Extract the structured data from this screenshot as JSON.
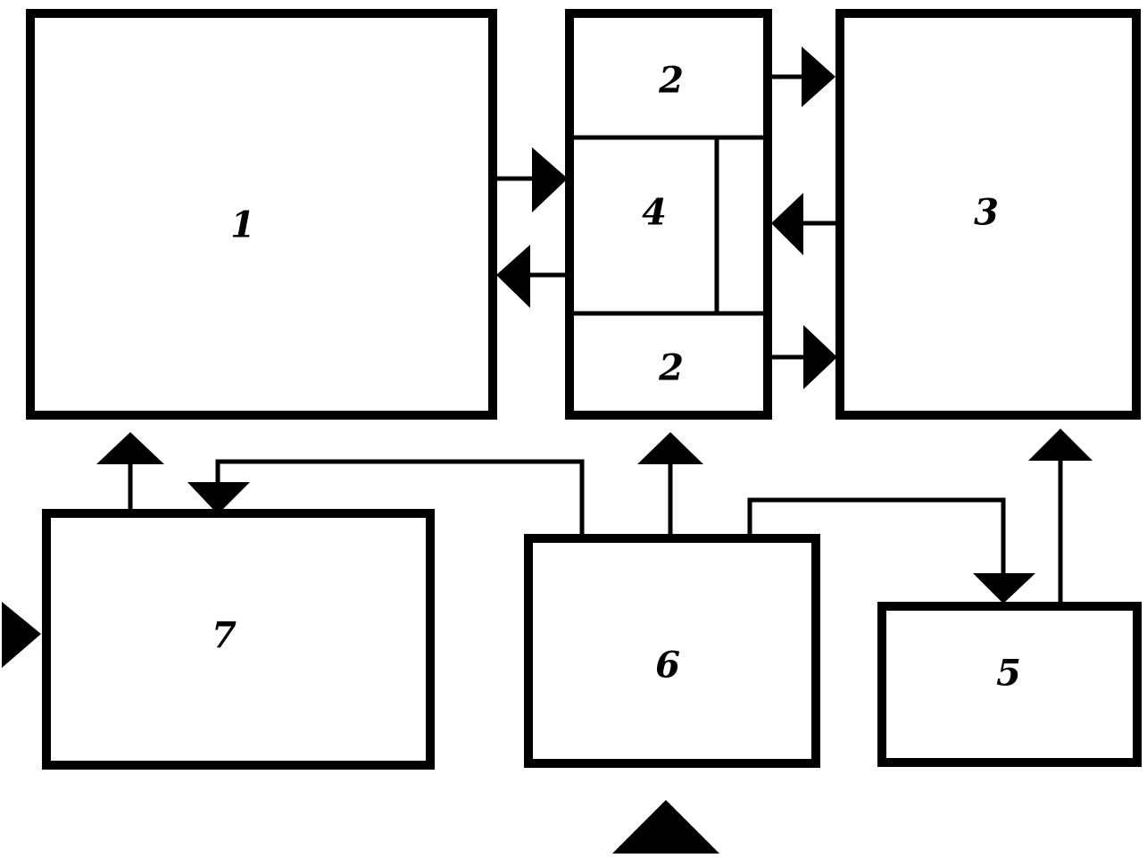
{
  "blocks": {
    "b1": {
      "label": "1"
    },
    "b2_top": {
      "label": "2"
    },
    "b2_bottom": {
      "label": "2"
    },
    "b3": {
      "label": "3"
    },
    "b4": {
      "label": "4"
    },
    "b5": {
      "label": "5"
    },
    "b6": {
      "label": "6"
    },
    "b7": {
      "label": "7"
    }
  },
  "colors": {
    "line": "#000000",
    "background": "#ffffff"
  }
}
